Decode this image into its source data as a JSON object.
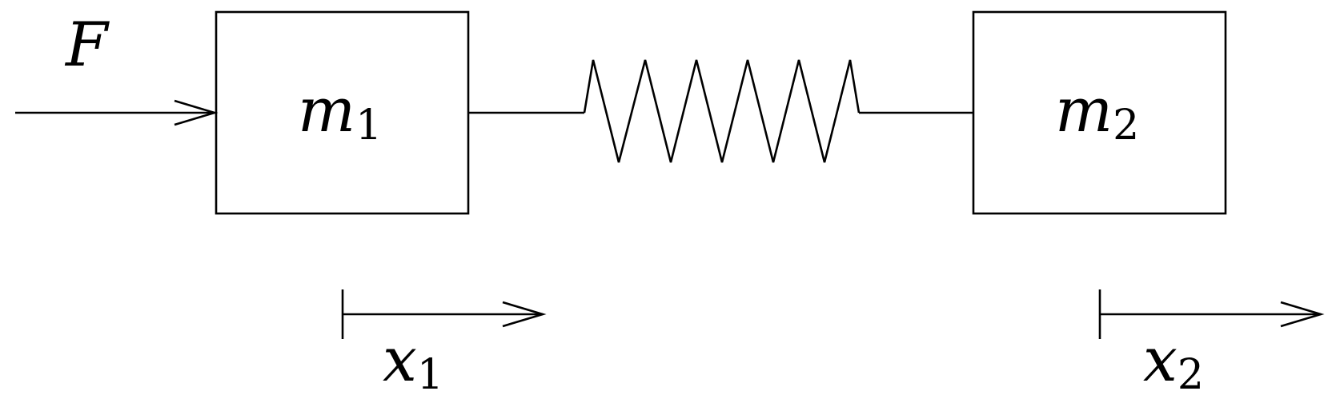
{
  "diagram": {
    "force": {
      "symbol": "F"
    },
    "mass1": {
      "symbol": "m",
      "subscript": "1"
    },
    "mass2": {
      "symbol": "m",
      "subscript": "2"
    },
    "disp1": {
      "symbol": "x",
      "subscript": "1"
    },
    "disp2": {
      "symbol": "x",
      "subscript": "2"
    }
  },
  "colors": {
    "line": "#000000",
    "background": "#ffffff"
  }
}
